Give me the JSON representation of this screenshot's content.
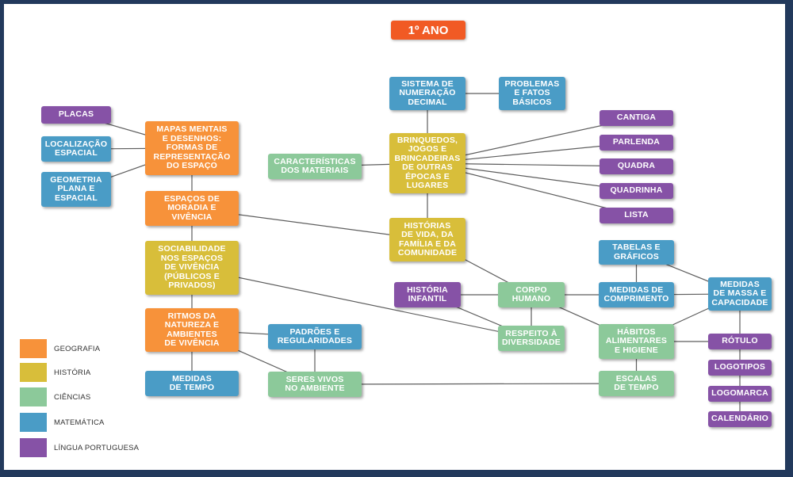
{
  "title": {
    "label": "1º ANO",
    "color": "#f15a24"
  },
  "colors": {
    "geografia": "#f7923a",
    "historia": "#d8be3a",
    "ciencias": "#8cc99a",
    "matematica": "#4a9cc6",
    "portugues": "#8652a6",
    "line": "#5e5e5e"
  },
  "legend": [
    {
      "label": "GEOGRAFIA",
      "cat": "geografia"
    },
    {
      "label": "HISTÓRIA",
      "cat": "historia"
    },
    {
      "label": "CIÊNCIAS",
      "cat": "ciencias"
    },
    {
      "label": "MATEMÁTICA",
      "cat": "matematica"
    },
    {
      "label": "LÍNGUA PORTUGUESA",
      "cat": "portugues"
    }
  ],
  "nodes": {
    "placas": {
      "label": "PLACAS",
      "cat": "portugues"
    },
    "localizacao": {
      "label": "LOCALIZAÇÃO\nESPACIAL",
      "cat": "matematica"
    },
    "geometria": {
      "label": "GEOMETRIA\nPLANA E\nESPACIAL",
      "cat": "matematica"
    },
    "mapas": {
      "label": "MAPAS MENTAIS\nE DESENHOS:\nFORMAS DE\nREPRESENTAÇÃO\nDO ESPAÇO",
      "cat": "geografia"
    },
    "espacos": {
      "label": "ESPAÇOS DE\nMORADIA E\nVIVÊNCIA",
      "cat": "geografia"
    },
    "sociabilidade": {
      "label": "SOCIABILIDADE\nNOS ESPAÇOS\nDE VIVÊNCIA\n(PÚBLICOS E\nPRIVADOS)",
      "cat": "historia"
    },
    "ritmos": {
      "label": "RITMOS DA\nNATUREZA E\nAMBIENTES\nDE VIVÊNCIA",
      "cat": "geografia"
    },
    "medidas_tempo": {
      "label": "MEDIDAS\nDE TEMPO",
      "cat": "matematica"
    },
    "padroes": {
      "label": "PADRÕES E\nREGULARIDADES",
      "cat": "matematica"
    },
    "seres_vivos": {
      "label": "SERES VIVOS\nNO AMBIENTE",
      "cat": "ciencias"
    },
    "caracteristicas": {
      "label": "CARACTERÍSTICAS\nDOS MATERIAIS",
      "cat": "ciencias"
    },
    "sistema": {
      "label": "SISTEMA DE\nNUMERAÇÃO\nDECIMAL",
      "cat": "matematica"
    },
    "problemas": {
      "label": "PROBLEMAS\nE FATOS\nBÁSICOS",
      "cat": "matematica"
    },
    "brinquedos": {
      "label": "BRINQUEDOS,\nJOGOS E\nBRINCADEIRAS\nDE OUTRAS\nÉPOCAS E\nLUGARES",
      "cat": "historia"
    },
    "historias_vida": {
      "label": "HISTÓRIAS\nDE VIDA, DA\nFAMÍLIA E DA\nCOMUNIDADE",
      "cat": "historia"
    },
    "cantiga": {
      "label": "CANTIGA",
      "cat": "portugues"
    },
    "parlenda": {
      "label": "PARLENDA",
      "cat": "portugues"
    },
    "quadra": {
      "label": "QUADRA",
      "cat": "portugues"
    },
    "quadrinha": {
      "label": "QUADRINHA",
      "cat": "portugues"
    },
    "lista": {
      "label": "LISTA",
      "cat": "portugues"
    },
    "historia_infantil": {
      "label": "HISTÓRIA\nINFANTIL",
      "cat": "portugues"
    },
    "corpo": {
      "label": "CORPO\nHUMANO",
      "cat": "ciencias"
    },
    "respeito": {
      "label": "RESPEITO À\nDIVERSIDADE",
      "cat": "ciencias"
    },
    "tabelas": {
      "label": "TABELAS E\nGRÁFICOS",
      "cat": "matematica"
    },
    "medidas_comp": {
      "label": "MEDIDAS DE\nCOMPRIMENTO",
      "cat": "matematica"
    },
    "habitos": {
      "label": "HÁBITOS\nALIMENTARES\nE HIGIENE",
      "cat": "ciencias"
    },
    "escalas": {
      "label": "ESCALAS\nDE TEMPO",
      "cat": "ciencias"
    },
    "medidas_massa": {
      "label": "MEDIDAS\nDE MASSA E\nCAPACIDADE",
      "cat": "matematica"
    },
    "rotulo": {
      "label": "RÓTULO",
      "cat": "portugues"
    },
    "logotipos": {
      "label": "LOGOTIPOS",
      "cat": "portugues"
    },
    "logomarca": {
      "label": "LOGOMARCA",
      "cat": "portugues"
    },
    "calendario": {
      "label": "CALENDÁRIO",
      "cat": "portugues"
    }
  },
  "edges": [
    [
      "placas",
      "mapas"
    ],
    [
      "localizacao",
      "mapas"
    ],
    [
      "geometria",
      "mapas"
    ],
    [
      "mapas",
      "espacos"
    ],
    [
      "espacos",
      "sociabilidade"
    ],
    [
      "sociabilidade",
      "ritmos"
    ],
    [
      "ritmos",
      "medidas_tempo"
    ],
    [
      "ritmos",
      "padroes"
    ],
    [
      "ritmos",
      "seres_vivos"
    ],
    [
      "padroes",
      "seres_vivos"
    ],
    [
      "seres_vivos",
      "escalas"
    ],
    [
      "espacos",
      "historias_vida"
    ],
    [
      "sociabilidade",
      "respeito"
    ],
    [
      "caracteristicas",
      "brinquedos"
    ],
    [
      "sistema",
      "brinquedos"
    ],
    [
      "sistema",
      "problemas"
    ],
    [
      "brinquedos",
      "cantiga"
    ],
    [
      "brinquedos",
      "parlenda"
    ],
    [
      "brinquedos",
      "quadra"
    ],
    [
      "brinquedos",
      "quadrinha"
    ],
    [
      "brinquedos",
      "lista"
    ],
    [
      "brinquedos",
      "historias_vida"
    ],
    [
      "historias_vida",
      "corpo"
    ],
    [
      "historia_infantil",
      "corpo"
    ],
    [
      "historia_infantil",
      "respeito"
    ],
    [
      "corpo",
      "respeito"
    ],
    [
      "corpo",
      "medidas_comp"
    ],
    [
      "corpo",
      "habitos"
    ],
    [
      "tabelas",
      "medidas_comp"
    ],
    [
      "tabelas",
      "medidas_massa"
    ],
    [
      "medidas_comp",
      "medidas_massa"
    ],
    [
      "habitos",
      "medidas_massa"
    ],
    [
      "habitos",
      "rotulo"
    ],
    [
      "habitos",
      "escalas"
    ],
    [
      "medidas_massa",
      "rotulo"
    ],
    [
      "rotulo",
      "logotipos"
    ],
    [
      "logotipos",
      "logomarca"
    ],
    [
      "logomarca",
      "calendario"
    ]
  ]
}
